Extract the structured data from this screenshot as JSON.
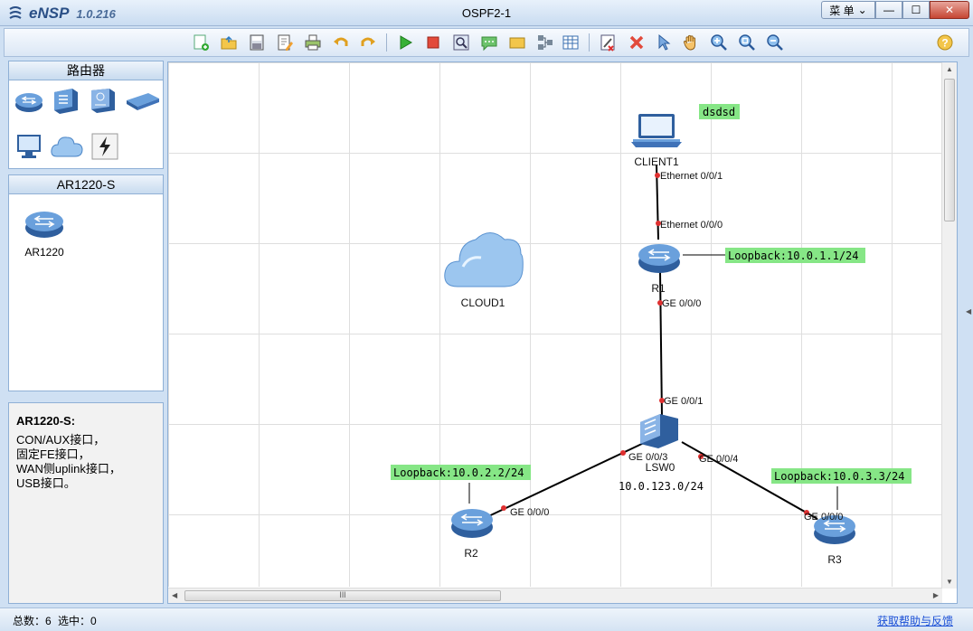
{
  "app": {
    "name": "eNSP",
    "version": "1.0.216",
    "window_title": "OSPF2-1"
  },
  "window_controls": {
    "menu_label": "菜 单"
  },
  "toolbar": {
    "icons": [
      "new-topology-icon",
      "open-icon",
      "save-icon",
      "save-as-icon",
      "print-icon",
      "undo-icon",
      "redo-icon",
      "start-device-icon",
      "stop-device-icon",
      "capture-icon",
      "text-annotation-icon",
      "rectangle-annotation-icon",
      "topology-icon",
      "grid-icon",
      "settings-icon",
      "delete-icon",
      "select-icon",
      "hand-icon",
      "zoom-in-icon",
      "zoom-fit-icon",
      "zoom-out-icon",
      "help-icon"
    ]
  },
  "left_panel": {
    "category_title": "路由器",
    "category_icons": [
      "router-icon",
      "switch-icon",
      "firewall-icon",
      "wlan-icon",
      "pc-icon",
      "cloud-icon",
      "connection-icon"
    ],
    "model_title": "AR1220-S",
    "model_devices": [
      {
        "label": "AR1220"
      }
    ],
    "info_title": "AR1220-S:",
    "info_lines": [
      "CON/AUX接口，",
      "固定FE接口，",
      "WAN侧uplink接口，",
      "USB接口。"
    ]
  },
  "topology": {
    "devices": {
      "client1": "CLIENT1",
      "r1": "R1",
      "lsw0": "LSW0",
      "r2": "R2",
      "r3": "R3",
      "cloud1": "CLOUD1"
    },
    "ports": {
      "client1_eth": "Ethernet 0/0/1",
      "r1_eth": "Ethernet 0/0/0",
      "r1_ge": "GE 0/0/0",
      "lsw_ge1": "GE 0/0/1",
      "lsw_ge3": "GE 0/0/3",
      "lsw_ge4": "GE 0/0/4",
      "r2_ge": "GE 0/0/0",
      "r3_ge": "GE 0/0/0"
    },
    "notes": {
      "dsdsd": "dsdsd",
      "r1_loopback": "Loopback:10.0.1.1/24",
      "r2_loopback": "Loopback:10.0.2.2/24",
      "r3_loopback": "Loopback:10.0.3.3/24",
      "segment": "10.0.123.0/24"
    },
    "colors": {
      "note_bg": "#86e686",
      "port_dot": "#e03030",
      "link": "#000000"
    }
  },
  "status": {
    "total_label": "总数：6",
    "selected_label": "选中：0",
    "help_link": "获取帮助与反馈"
  }
}
